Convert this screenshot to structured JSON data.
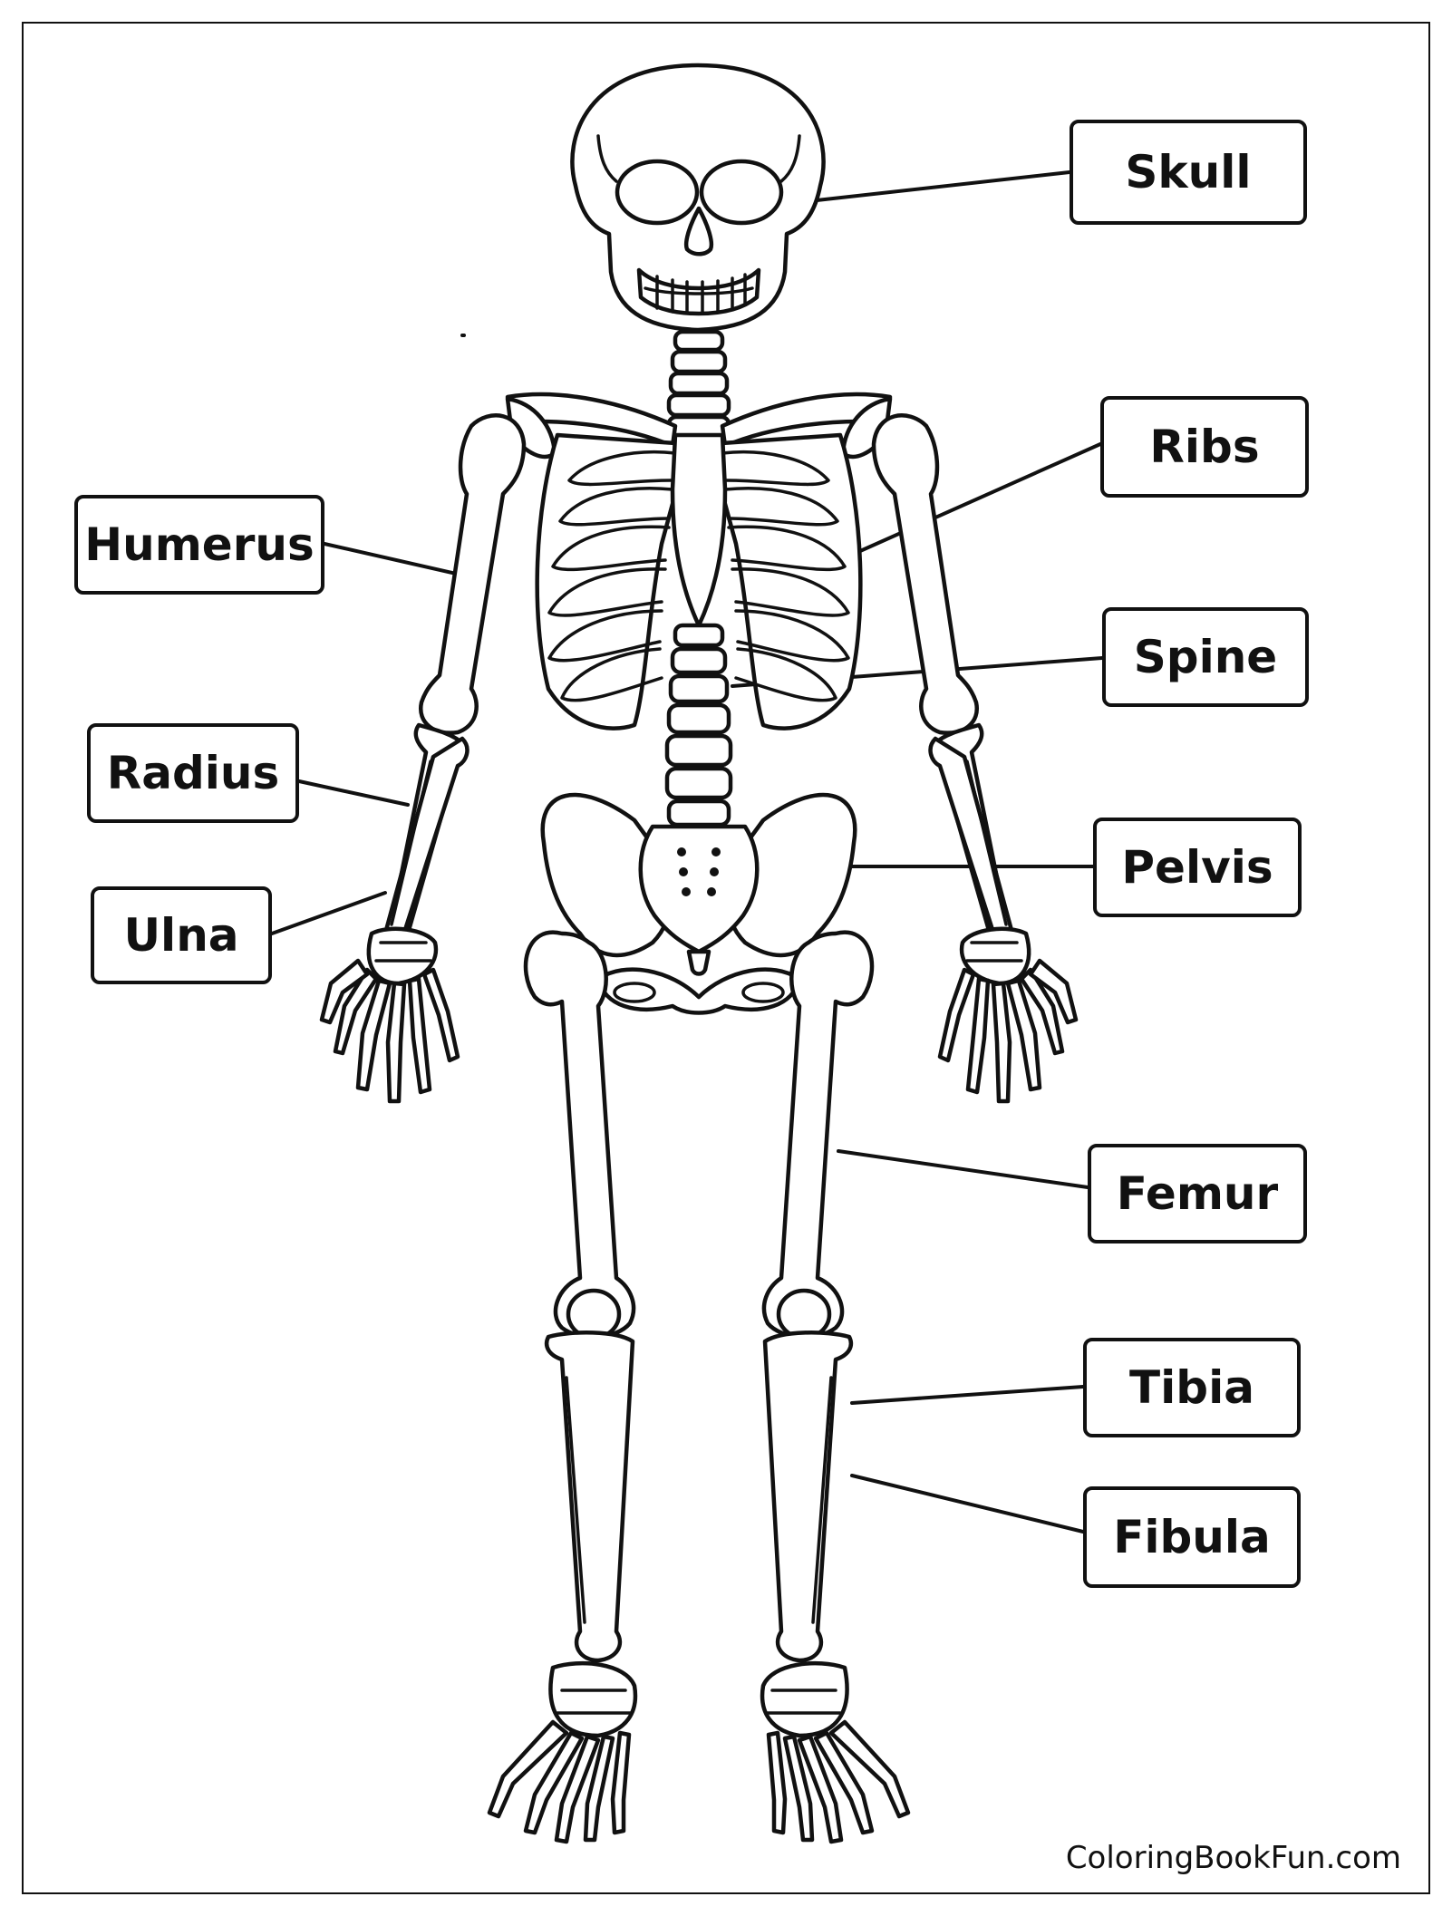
{
  "labels": {
    "skull": "Skull",
    "ribs": "Ribs",
    "humerus": "Humerus",
    "spine": "Spine",
    "radius": "Radius",
    "ulna": "Ulna",
    "pelvis": "Pelvis",
    "femur": "Femur",
    "tibia": "Tibia",
    "fibula": "Fibula"
  },
  "watermark": "ColoringBookFun.com"
}
